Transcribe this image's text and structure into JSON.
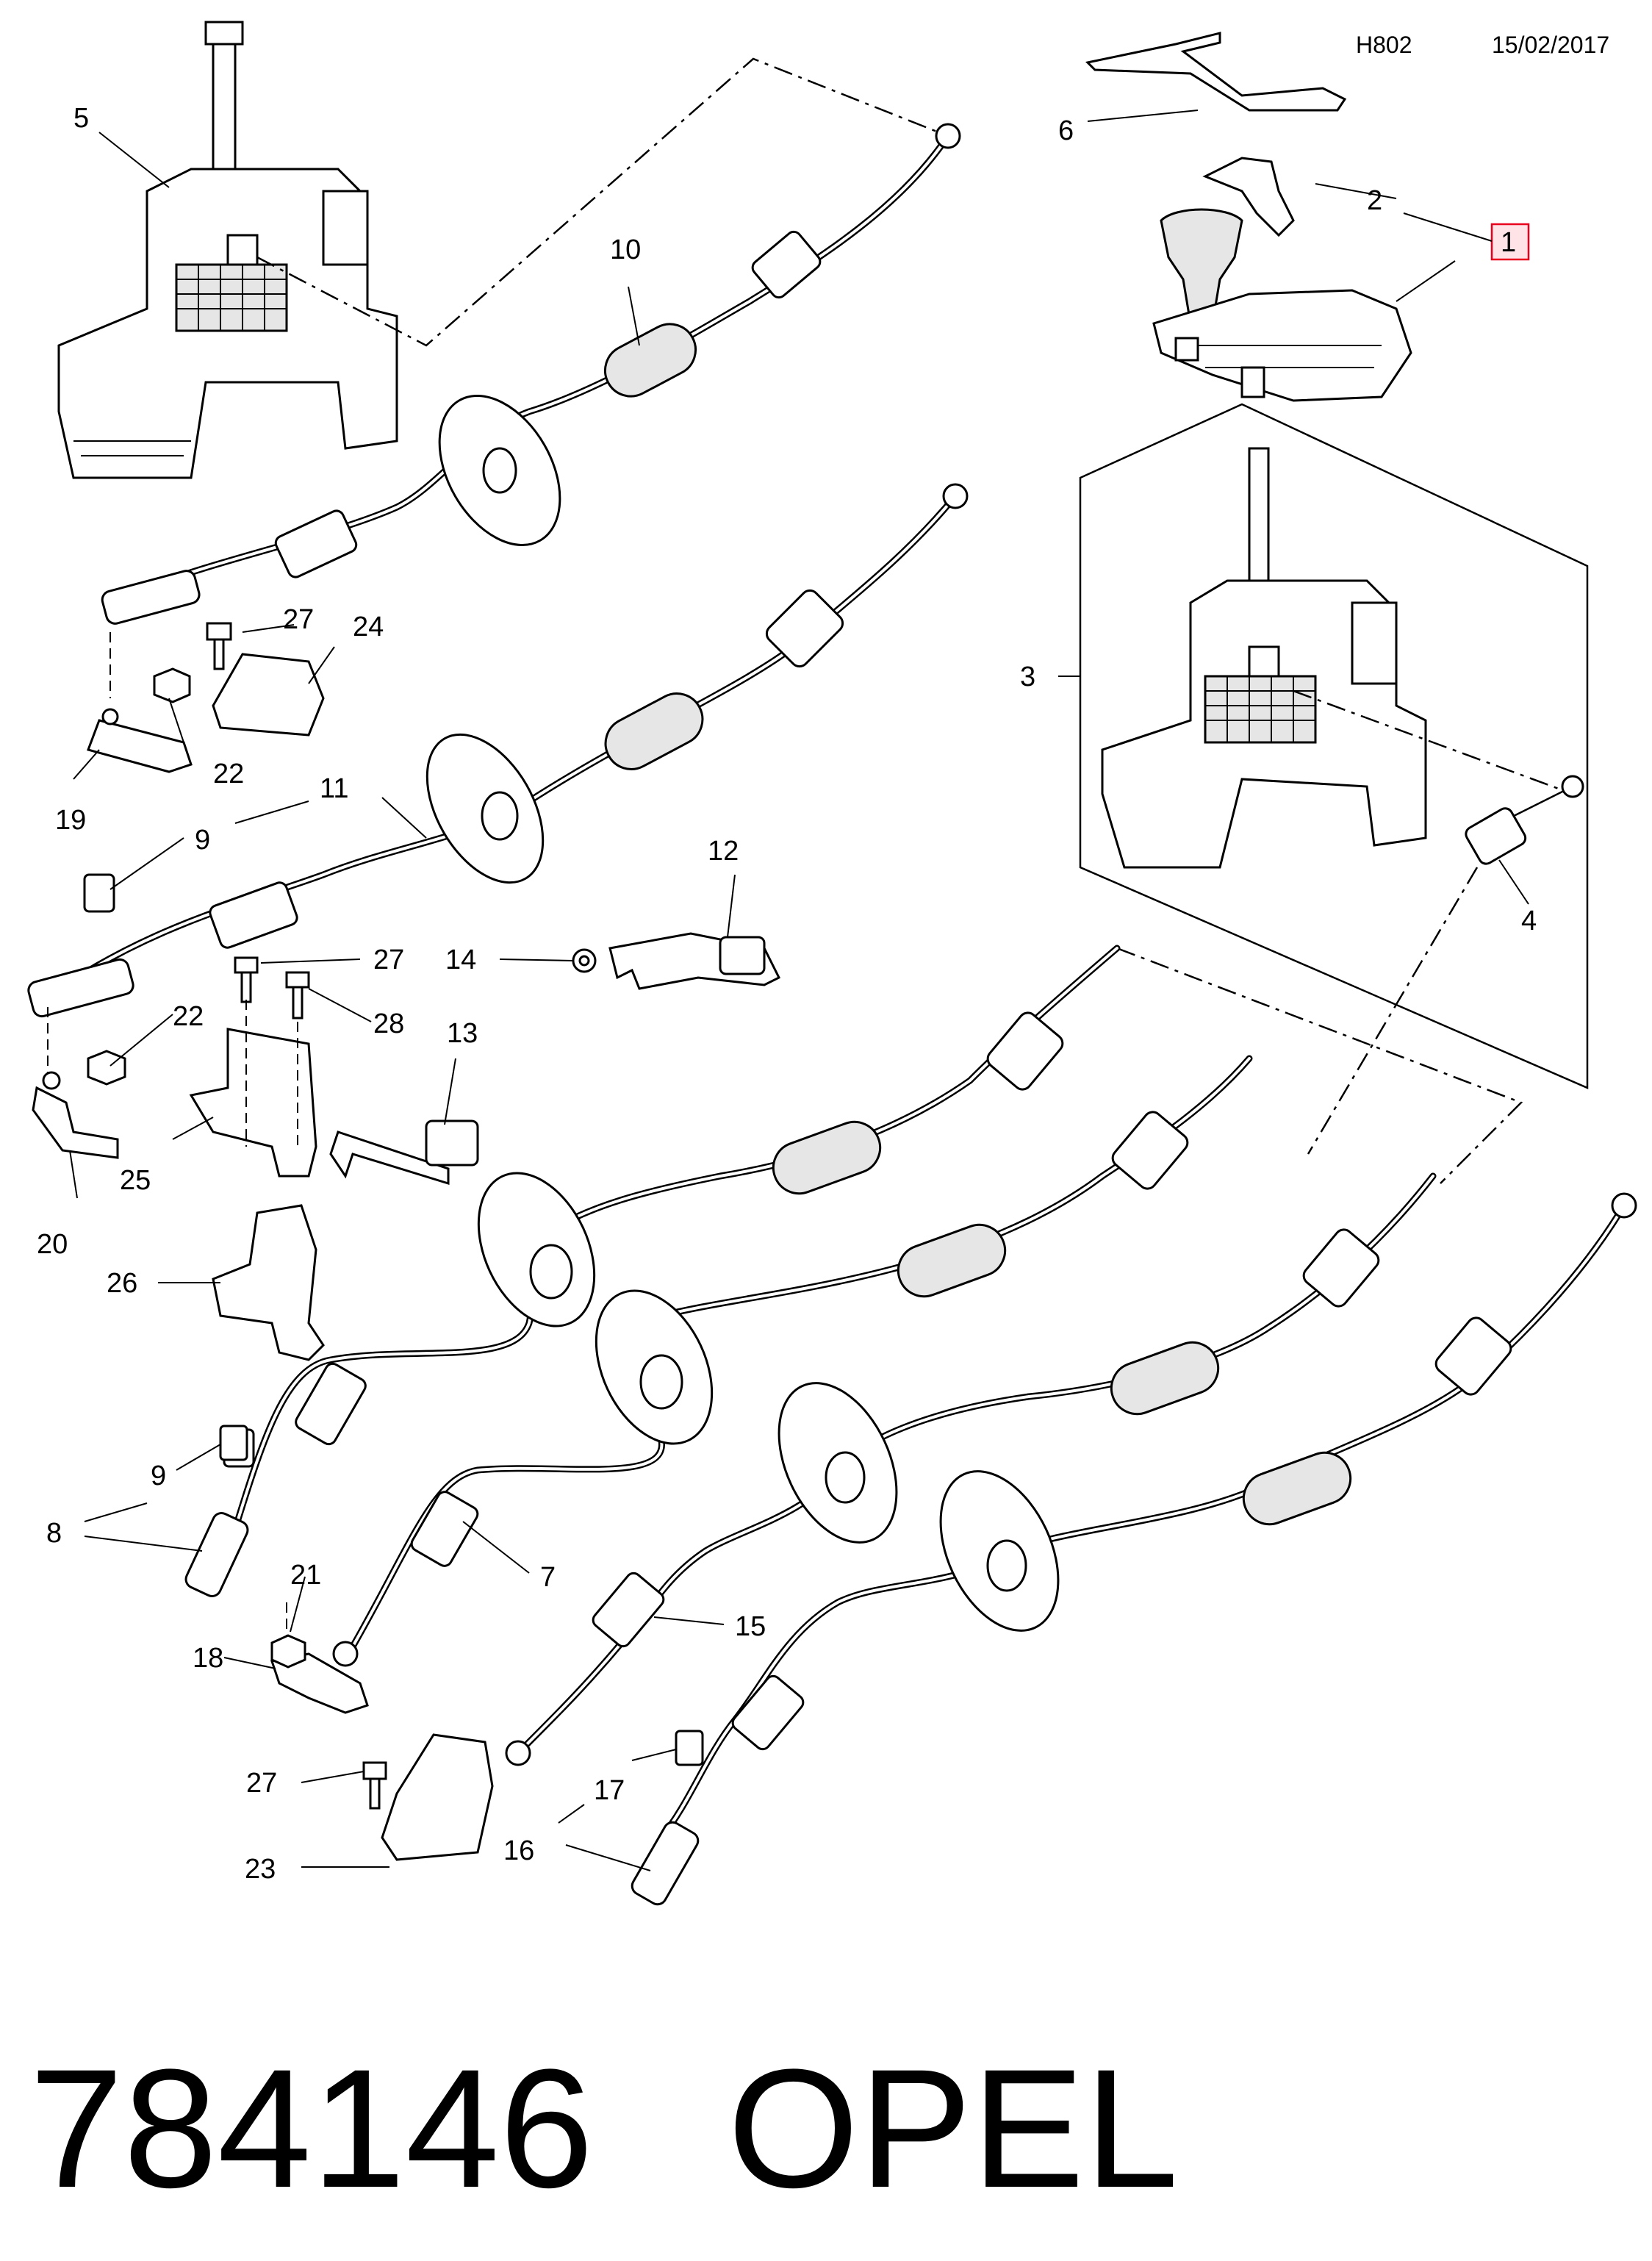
{
  "header": {
    "code": "H802",
    "date": "15/02/2017"
  },
  "footer": {
    "part_number": "784146",
    "brand": "OPEL"
  },
  "callouts": {
    "c1": "1",
    "c2": "2",
    "c3": "3",
    "c4": "4",
    "c5": "5",
    "c6": "6",
    "c7": "7",
    "c8": "8",
    "c9a": "9",
    "c9b": "9",
    "c10": "10",
    "c11": "11",
    "c12": "12",
    "c13": "13",
    "c14": "14",
    "c15": "15",
    "c16": "16",
    "c17": "17",
    "c18": "18",
    "c19": "19",
    "c20": "20",
    "c21": "21",
    "c22a": "22",
    "c22b": "22",
    "c23": "23",
    "c24": "24",
    "c25": "25",
    "c26": "26",
    "c27a": "27",
    "c27b": "27",
    "c27c": "27",
    "c28": "28"
  },
  "highlight_color": "#e8001c"
}
